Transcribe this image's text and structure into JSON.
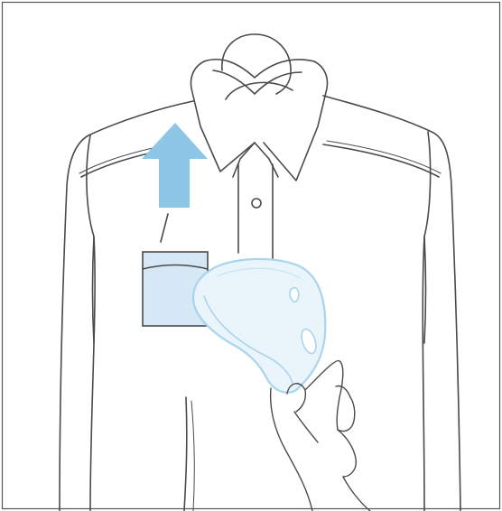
{
  "illustration": {
    "subject": "shirt-steaming-instruction",
    "icons": [
      "shirt-outline",
      "hanger-hook",
      "up-arrow",
      "shirt-pocket",
      "garment-steamer-head",
      "hand"
    ],
    "colors": {
      "outline": "#4a4a4a",
      "accent": "#8ec7e6",
      "pocket_fill": "#d6e8f6",
      "steamer_fill": "#eaf4fb",
      "steamer_edge": "#a9d4ee",
      "background": "#ffffff",
      "frame": "#555555"
    }
  }
}
